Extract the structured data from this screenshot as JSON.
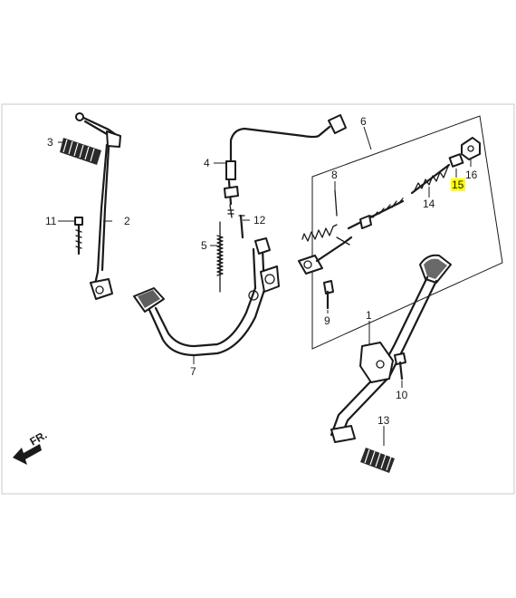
{
  "colors": {
    "line": "#1a1a1a",
    "highlight": "#ffff00",
    "frame": "#c9c9c9",
    "background": "#ffffff"
  },
  "direction_label": "FR.",
  "highlighted_callout": "15",
  "callouts": {
    "c1": "1",
    "c2": "2",
    "c3": "3",
    "c4": "4",
    "c5": "5",
    "c6": "6",
    "c7": "7",
    "c8": "8",
    "c9": "9",
    "c10": "10",
    "c11": "11",
    "c12": "12",
    "c13": "13",
    "c14": "14",
    "c15": "15",
    "c16": "16"
  }
}
